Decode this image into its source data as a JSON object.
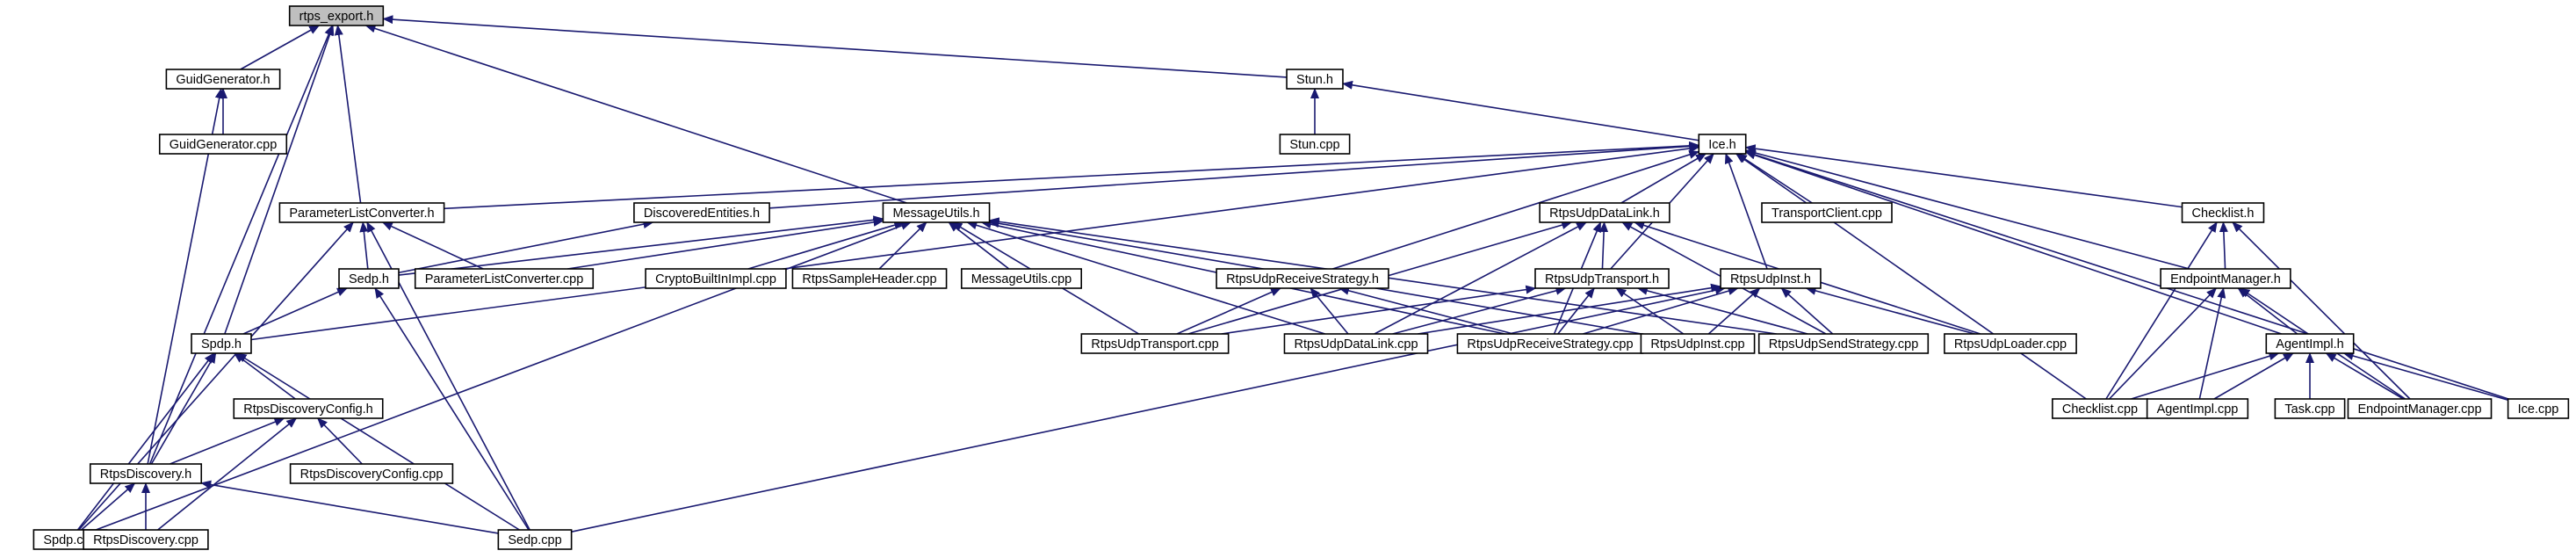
{
  "diagram": {
    "edge_color": "#191970",
    "root_fill": "#bfbfbf",
    "nodes": [
      {
        "id": "rtps_export",
        "label": "rtps_export.h",
        "root": true
      },
      {
        "id": "GuidGenerator_h",
        "label": "GuidGenerator.h"
      },
      {
        "id": "GuidGenerator_cpp",
        "label": "GuidGenerator.cpp"
      },
      {
        "id": "Stun_h",
        "label": "Stun.h"
      },
      {
        "id": "Stun_cpp",
        "label": "Stun.cpp"
      },
      {
        "id": "Ice_h",
        "label": "Ice.h"
      },
      {
        "id": "ParameterListConverter_h",
        "label": "ParameterListConverter.h"
      },
      {
        "id": "DiscoveredEntities_h",
        "label": "DiscoveredEntities.h"
      },
      {
        "id": "MessageUtils_h",
        "label": "MessageUtils.h"
      },
      {
        "id": "RtpsUdpDataLink_h",
        "label": "RtpsUdpDataLink.h"
      },
      {
        "id": "TransportClient_cpp",
        "label": "TransportClient.cpp"
      },
      {
        "id": "Checklist_h",
        "label": "Checklist.h"
      },
      {
        "id": "Sedp_h",
        "label": "Sedp.h"
      },
      {
        "id": "ParameterListConverter_cpp",
        "label": "ParameterListConverter.cpp"
      },
      {
        "id": "CryptoBuiltInImpl_cpp",
        "label": "CryptoBuiltInImpl.cpp"
      },
      {
        "id": "RtpsSampleHeader_cpp",
        "label": "RtpsSampleHeader.cpp"
      },
      {
        "id": "MessageUtils_cpp",
        "label": "MessageUtils.cpp"
      },
      {
        "id": "RtpsUdpReceiveStrategy_h",
        "label": "RtpsUdpReceiveStrategy.h"
      },
      {
        "id": "RtpsUdpTransport_h",
        "label": "RtpsUdpTransport.h"
      },
      {
        "id": "RtpsUdpInst_h",
        "label": "RtpsUdpInst.h"
      },
      {
        "id": "EndpointManager_h",
        "label": "EndpointManager.h"
      },
      {
        "id": "Spdp_h",
        "label": "Spdp.h"
      },
      {
        "id": "RtpsUdpTransport_cpp",
        "label": "RtpsUdpTransport.cpp"
      },
      {
        "id": "RtpsUdpDataLink_cpp",
        "label": "RtpsUdpDataLink.cpp"
      },
      {
        "id": "RtpsUdpReceiveStrategy_cpp",
        "label": "RtpsUdpReceiveStrategy.cpp"
      },
      {
        "id": "RtpsUdpInst_cpp",
        "label": "RtpsUdpInst.cpp"
      },
      {
        "id": "RtpsUdpSendStrategy_cpp",
        "label": "RtpsUdpSendStrategy.cpp"
      },
      {
        "id": "RtpsUdpLoader_cpp",
        "label": "RtpsUdpLoader.cpp"
      },
      {
        "id": "AgentImpl_h",
        "label": "AgentImpl.h"
      },
      {
        "id": "RtpsDiscoveryConfig_h",
        "label": "RtpsDiscoveryConfig.h"
      },
      {
        "id": "Checklist_cpp",
        "label": "Checklist.cpp"
      },
      {
        "id": "AgentImpl_cpp",
        "label": "AgentImpl.cpp"
      },
      {
        "id": "Task_cpp",
        "label": "Task.cpp"
      },
      {
        "id": "EndpointManager_cpp",
        "label": "EndpointManager.cpp"
      },
      {
        "id": "Ice_cpp",
        "label": "Ice.cpp"
      },
      {
        "id": "RtpsDiscovery_h",
        "label": "RtpsDiscovery.h"
      },
      {
        "id": "RtpsDiscoveryConfig_cpp",
        "label": "RtpsDiscoveryConfig.cpp"
      },
      {
        "id": "Spdp_cpp",
        "label": "Spdp.cpp"
      },
      {
        "id": "RtpsDiscovery_cpp",
        "label": "RtpsDiscovery.cpp"
      },
      {
        "id": "Sedp_cpp",
        "label": "Sedp.cpp"
      }
    ],
    "edges": [
      [
        "GuidGenerator_h",
        "rtps_export"
      ],
      [
        "Stun_h",
        "rtps_export"
      ],
      [
        "MessageUtils_h",
        "rtps_export"
      ],
      [
        "ParameterListConverter_h",
        "rtps_export"
      ],
      [
        "Spdp_h",
        "rtps_export"
      ],
      [
        "RtpsDiscovery_h",
        "rtps_export"
      ],
      [
        "GuidGenerator_cpp",
        "GuidGenerator_h"
      ],
      [
        "RtpsDiscovery_h",
        "GuidGenerator_h"
      ],
      [
        "Stun_cpp",
        "Stun_h"
      ],
      [
        "Ice_h",
        "Stun_h"
      ],
      [
        "ParameterListConverter_h",
        "Ice_h"
      ],
      [
        "DiscoveredEntities_h",
        "Ice_h"
      ],
      [
        "RtpsUdpDataLink_h",
        "Ice_h"
      ],
      [
        "TransportClient_cpp",
        "Ice_h"
      ],
      [
        "Checklist_h",
        "Ice_h"
      ],
      [
        "EndpointManager_h",
        "Ice_h"
      ],
      [
        "AgentImpl_h",
        "Ice_h"
      ],
      [
        "Ice_cpp",
        "Ice_h"
      ],
      [
        "Checklist_cpp",
        "Ice_h"
      ],
      [
        "RtpsUdpInst_h",
        "Ice_h"
      ],
      [
        "RtpsUdpTransport_h",
        "Ice_h"
      ],
      [
        "RtpsUdpReceiveStrategy_h",
        "Ice_h"
      ],
      [
        "Spdp_h",
        "Ice_h"
      ],
      [
        "Sedp_h",
        "ParameterListConverter_h"
      ],
      [
        "ParameterListConverter_cpp",
        "ParameterListConverter_h"
      ],
      [
        "Spdp_cpp",
        "ParameterListConverter_h"
      ],
      [
        "Sedp_cpp",
        "ParameterListConverter_h"
      ],
      [
        "Sedp_h",
        "DiscoveredEntities_h"
      ],
      [
        "Sedp_h",
        "MessageUtils_h"
      ],
      [
        "ParameterListConverter_cpp",
        "MessageUtils_h"
      ],
      [
        "CryptoBuiltInImpl_cpp",
        "MessageUtils_h"
      ],
      [
        "RtpsSampleHeader_cpp",
        "MessageUtils_h"
      ],
      [
        "MessageUtils_cpp",
        "MessageUtils_h"
      ],
      [
        "RtpsUdpTransport_cpp",
        "MessageUtils_h"
      ],
      [
        "RtpsUdpDataLink_cpp",
        "MessageUtils_h"
      ],
      [
        "RtpsUdpReceiveStrategy_cpp",
        "MessageUtils_h"
      ],
      [
        "RtpsUdpInst_cpp",
        "MessageUtils_h"
      ],
      [
        "RtpsUdpSendStrategy_cpp",
        "MessageUtils_h"
      ],
      [
        "Spdp_cpp",
        "MessageUtils_h"
      ],
      [
        "RtpsUdpTransport_h",
        "RtpsUdpDataLink_h"
      ],
      [
        "RtpsUdpTransport_cpp",
        "RtpsUdpDataLink_h"
      ],
      [
        "RtpsUdpDataLink_cpp",
        "RtpsUdpDataLink_h"
      ],
      [
        "RtpsUdpReceiveStrategy_cpp",
        "RtpsUdpDataLink_h"
      ],
      [
        "RtpsUdpSendStrategy_cpp",
        "RtpsUdpDataLink_h"
      ],
      [
        "RtpsUdpLoader_cpp",
        "RtpsUdpDataLink_h"
      ],
      [
        "EndpointManager_h",
        "Checklist_h"
      ],
      [
        "Checklist_cpp",
        "Checklist_h"
      ],
      [
        "EndpointManager_cpp",
        "Checklist_h"
      ],
      [
        "Spdp_h",
        "Sedp_h"
      ],
      [
        "Sedp_cpp",
        "Sedp_h"
      ],
      [
        "RtpsUdpTransport_cpp",
        "RtpsUdpReceiveStrategy_h"
      ],
      [
        "RtpsUdpDataLink_cpp",
        "RtpsUdpReceiveStrategy_h"
      ],
      [
        "RtpsUdpReceiveStrategy_cpp",
        "RtpsUdpReceiveStrategy_h"
      ],
      [
        "RtpsUdpTransport_cpp",
        "RtpsUdpTransport_h"
      ],
      [
        "RtpsUdpDataLink_cpp",
        "RtpsUdpTransport_h"
      ],
      [
        "RtpsUdpReceiveStrategy_cpp",
        "RtpsUdpTransport_h"
      ],
      [
        "RtpsUdpInst_cpp",
        "RtpsUdpTransport_h"
      ],
      [
        "RtpsUdpSendStrategy_cpp",
        "RtpsUdpTransport_h"
      ],
      [
        "RtpsUdpDataLink_cpp",
        "RtpsUdpInst_h"
      ],
      [
        "RtpsUdpReceiveStrategy_cpp",
        "RtpsUdpInst_h"
      ],
      [
        "RtpsUdpInst_cpp",
        "RtpsUdpInst_h"
      ],
      [
        "RtpsUdpSendStrategy_cpp",
        "RtpsUdpInst_h"
      ],
      [
        "RtpsUdpLoader_cpp",
        "RtpsUdpInst_h"
      ],
      [
        "Sedp_cpp",
        "RtpsUdpInst_h"
      ],
      [
        "AgentImpl_h",
        "EndpointManager_h"
      ],
      [
        "Checklist_cpp",
        "EndpointManager_h"
      ],
      [
        "AgentImpl_cpp",
        "EndpointManager_h"
      ],
      [
        "EndpointManager_cpp",
        "EndpointManager_h"
      ],
      [
        "Checklist_cpp",
        "AgentImpl_h"
      ],
      [
        "AgentImpl_cpp",
        "AgentImpl_h"
      ],
      [
        "Task_cpp",
        "AgentImpl_h"
      ],
      [
        "EndpointManager_cpp",
        "AgentImpl_h"
      ],
      [
        "Ice_cpp",
        "AgentImpl_h"
      ],
      [
        "RtpsDiscoveryConfig_h",
        "Spdp_h"
      ],
      [
        "RtpsDiscovery_h",
        "Spdp_h"
      ],
      [
        "Spdp_cpp",
        "Spdp_h"
      ],
      [
        "Sedp_cpp",
        "Spdp_h"
      ],
      [
        "RtpsDiscovery_h",
        "RtpsDiscoveryConfig_h"
      ],
      [
        "RtpsDiscoveryConfig_cpp",
        "RtpsDiscoveryConfig_h"
      ],
      [
        "RtpsDiscovery_cpp",
        "RtpsDiscoveryConfig_h"
      ],
      [
        "Spdp_cpp",
        "RtpsDiscovery_h"
      ],
      [
        "RtpsDiscovery_cpp",
        "RtpsDiscovery_h"
      ],
      [
        "Sedp_cpp",
        "RtpsDiscovery_h"
      ]
    ]
  }
}
